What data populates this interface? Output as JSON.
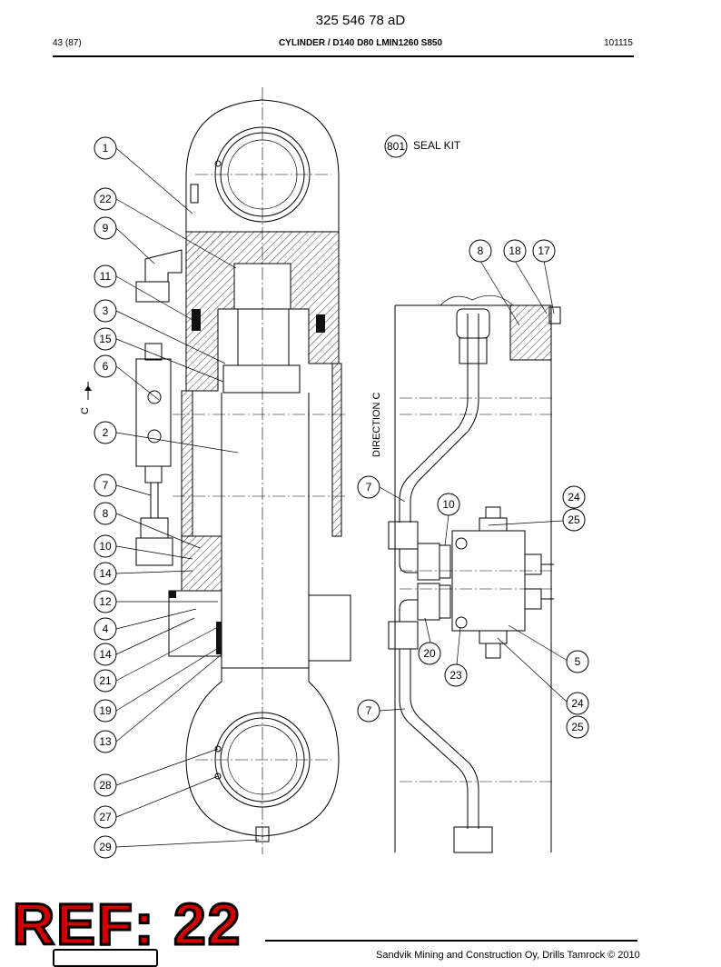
{
  "header": {
    "part_number": "325 546 78 aD",
    "page": "43 (87)",
    "title": "CYLINDER / D140 D80 LMIN1260 S850",
    "date_code": "101115"
  },
  "drawing": {
    "seal_kit_number": "801",
    "seal_kit_label": "SEAL KIT",
    "direction_label": "DIRECTION C",
    "section_marker": "C",
    "left_callouts": [
      "1",
      "22",
      "9",
      "11",
      "3",
      "15",
      "6",
      "2",
      "7",
      "8",
      "10",
      "14",
      "12",
      "4",
      "14",
      "21",
      "19",
      "13",
      "28",
      "27",
      "29"
    ],
    "right_callouts": [
      "8",
      "18",
      "17",
      "7",
      "10",
      "24",
      "25",
      "5",
      "20",
      "23",
      "7",
      "24",
      "25"
    ]
  },
  "stamp": {
    "text": "REF: 22",
    "color": "#d10000"
  },
  "footer": {
    "copyright": "Sandvik Mining and Construction Oy, Drills Tamrock © 2010"
  }
}
